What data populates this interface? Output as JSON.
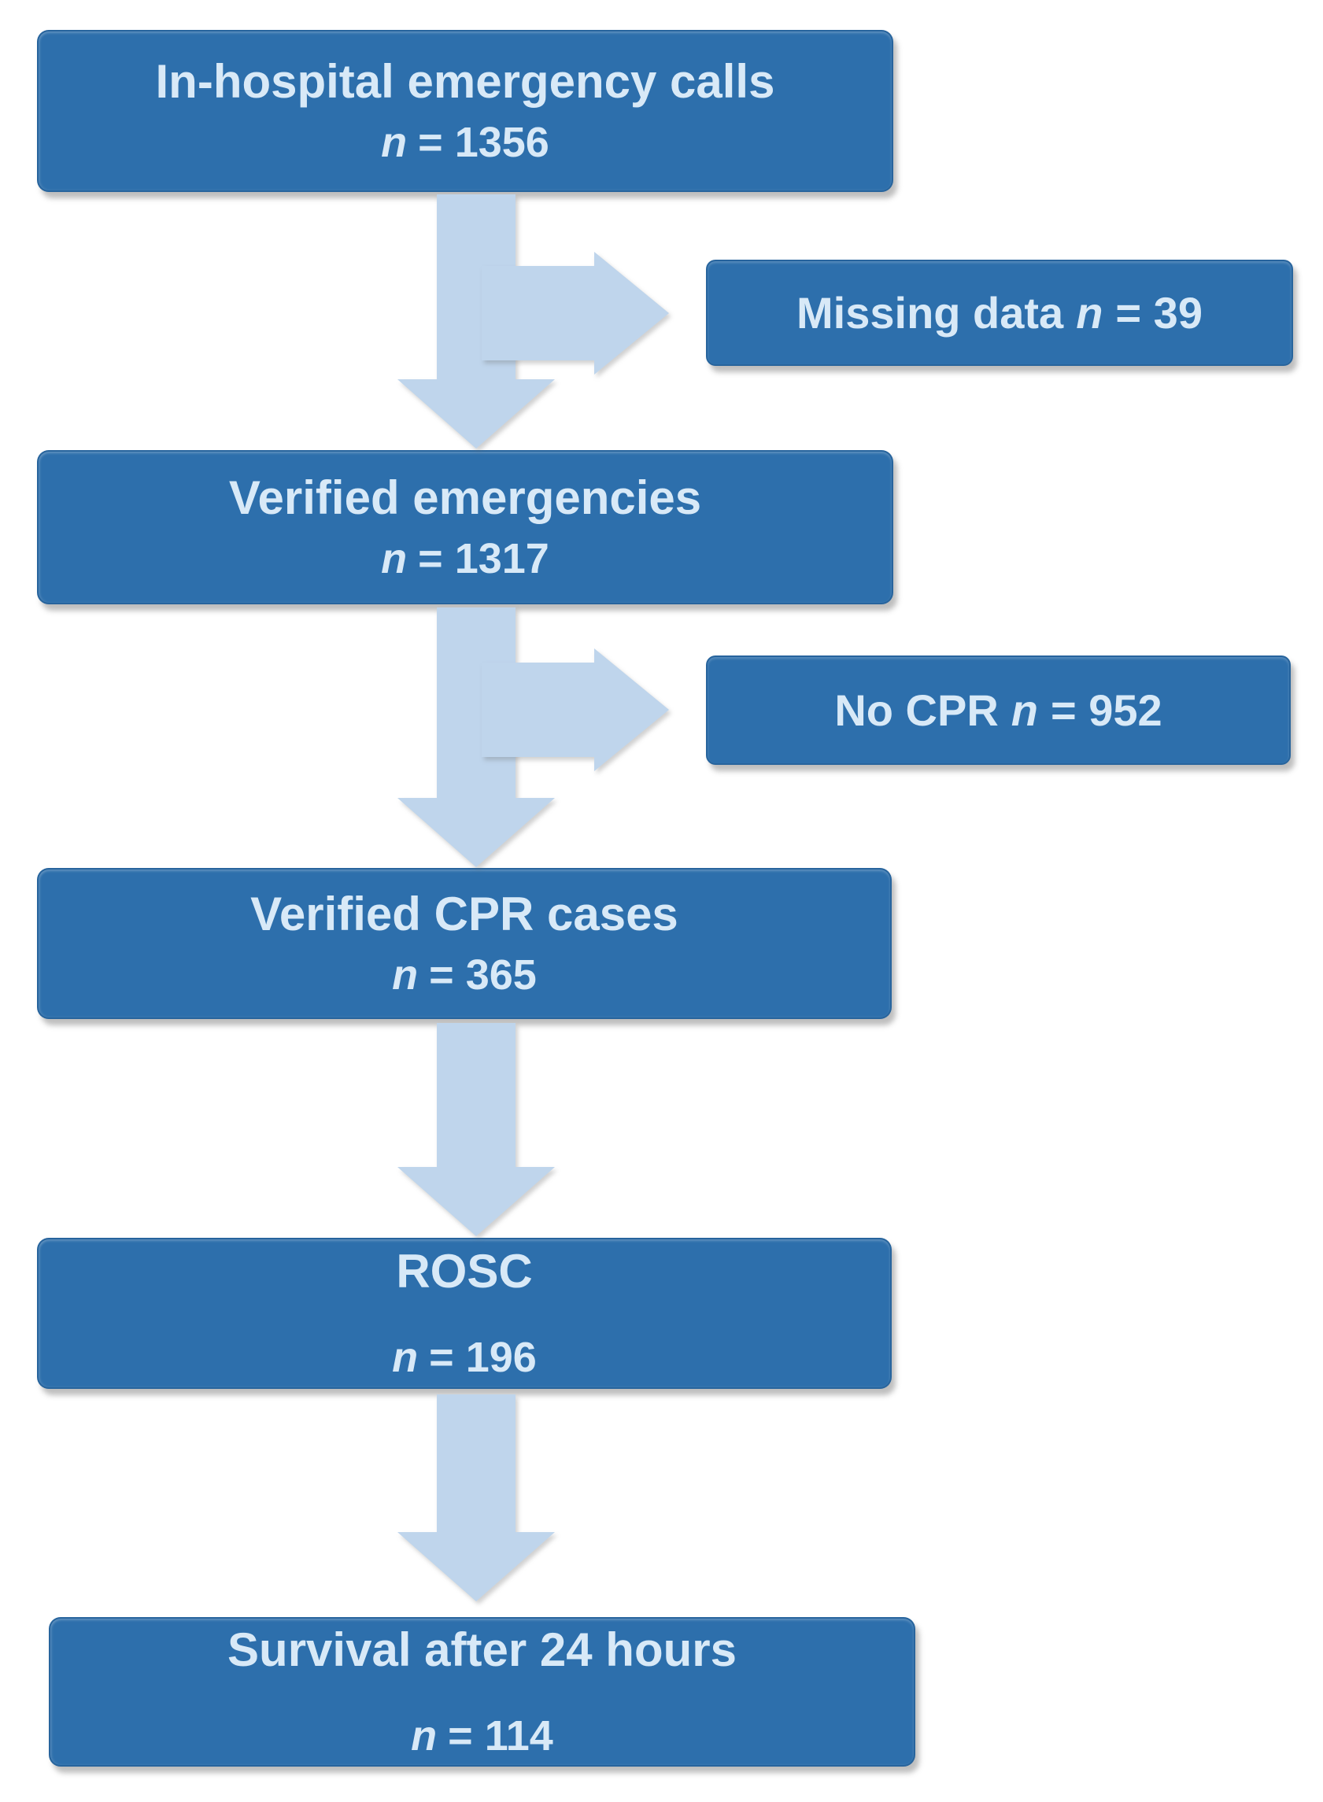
{
  "colors": {
    "box_fill": "#2D6FAC",
    "box_text": "#D8E9F7",
    "arrow_fill": "#BFD5EC",
    "page_bg": "#FFFFFF"
  },
  "flow": {
    "main_boxes": [
      {
        "id": "in-hospital-emergency-calls",
        "label": "In-hospital emergency calls",
        "n_symbol": "n",
        "count": "= 1356"
      },
      {
        "id": "verified-emergencies",
        "label": "Verified emergencies",
        "n_symbol": "n",
        "count": "= 1317"
      },
      {
        "id": "verified-cpr-cases",
        "label": "Verified CPR cases",
        "n_symbol": "n",
        "count": "= 365"
      },
      {
        "id": "rosc",
        "label": "ROSC",
        "n_symbol": "n",
        "count": "= 196"
      },
      {
        "id": "survival-after-24-hours",
        "label": "Survival after 24 hours",
        "n_symbol": "n",
        "count": "= 114"
      }
    ],
    "side_boxes": [
      {
        "id": "missing-data",
        "label": "Missing data",
        "n_symbol": "n",
        "count": "= 39"
      },
      {
        "id": "no-cpr",
        "label": "No CPR",
        "n_symbol": "n",
        "count": "= 952"
      }
    ]
  }
}
